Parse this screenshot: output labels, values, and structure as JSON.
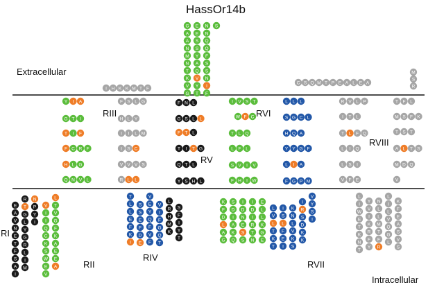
{
  "title": "HassOr14b",
  "membrane": {
    "top_label": "Extracellular",
    "bottom_label": "Intracellular"
  },
  "colors": {
    "gray": "#a6a6a6",
    "black": "#1a1a1a",
    "green": "#5bbd3c",
    "blue": "#2358a8",
    "orange": "#ef7d28",
    "line": "#111111"
  },
  "regions": [
    "RI",
    "RII",
    "RIII",
    "RIV",
    "RV",
    "RVI",
    "RVII",
    "RVIII"
  ],
  "residue_groups": [
    {
      "name": "extracellular-loop-left",
      "color": "gray",
      "residues": [
        "I",
        "H",
        "K",
        "K",
        "M",
        "T",
        "F"
      ]
    },
    {
      "name": "extracellular-loop-center",
      "color": "green",
      "residues": [
        "G",
        "A",
        "A",
        "N",
        "M",
        "N",
        "T",
        "K",
        "V",
        "G",
        "E",
        "E",
        "S",
        "S",
        "Y",
        "A",
        "Q",
        "V",
        "Y",
        "T",
        "N",
        "N",
        "Q",
        "Q",
        "F",
        "S",
        "S",
        "N",
        "I",
        "F",
        "S"
      ]
    },
    {
      "name": "extracellular-loop-right",
      "color": "gray",
      "residues": [
        "C",
        "S",
        "Q",
        "M",
        "T",
        "P",
        "E",
        "A",
        "L",
        "E",
        "A"
      ]
    },
    {
      "name": "extracellular-tail",
      "color": "gray",
      "residues": [
        "M",
        "S",
        "R"
      ]
    },
    {
      "name": "tm-III-left",
      "color": "green",
      "residues": [
        "Y",
        "I",
        "A",
        "G",
        "T",
        "I",
        "T",
        "I",
        "F",
        "F",
        "C",
        "R",
        "F",
        "H",
        "L",
        "G",
        "Q",
        "N",
        "V",
        "L"
      ]
    },
    {
      "name": "tm-III-right",
      "color": "gray",
      "residues": [
        "F",
        "S",
        "L",
        "G",
        "H",
        "L",
        "Y",
        "I",
        "I",
        "L",
        "M",
        "I",
        "S",
        "C",
        "V",
        "V",
        "V",
        "S",
        "R",
        "L",
        "L"
      ]
    },
    {
      "name": "tm-V",
      "color": "black",
      "residues": [
        "F",
        "N",
        "L",
        "G",
        "S",
        "L",
        "L",
        "F",
        "T",
        "L",
        "T",
        "I",
        "T",
        "G",
        "Q",
        "T",
        "L",
        "Y",
        "S",
        "H",
        "L",
        "F"
      ]
    },
    {
      "name": "tm-VI",
      "color": "green",
      "residues": [
        "I",
        "V",
        "S",
        "T",
        "W",
        "F",
        "C",
        "T",
        "L",
        "Q",
        "L",
        "F",
        "L",
        "S",
        "V",
        "I",
        "V",
        "F",
        "H",
        "I",
        "W"
      ]
    },
    {
      "name": "tm-VII",
      "color": "blue",
      "residues": [
        "L",
        "L",
        "L",
        "S",
        "G",
        "C",
        "L",
        "H",
        "Q",
        "A",
        "Y",
        "Y",
        "G",
        "F",
        "L",
        "I",
        "A",
        "F",
        "G",
        "P",
        "M"
      ]
    },
    {
      "name": "tm-VIII-left",
      "color": "gray",
      "residues": [
        "R",
        "V",
        "L",
        "P",
        "I",
        "T",
        "L",
        "T",
        "L",
        "F",
        "Q",
        "L",
        "I",
        "Q",
        "L",
        "S",
        "I",
        "V",
        "F",
        "E"
      ]
    },
    {
      "name": "tm-VIII-right",
      "color": "gray",
      "residues": [
        "T",
        "F",
        "L",
        "M",
        "S",
        "F",
        "K",
        "T",
        "S",
        "T",
        "A",
        "L",
        "T",
        "S",
        "M",
        "D",
        "Q",
        "V"
      ]
    },
    {
      "name": "intracellular-RI",
      "color": "black",
      "residues": [
        "E",
        "A",
        "V",
        "N",
        "E",
        "T",
        "F",
        "S",
        "A",
        "I",
        "R",
        "T",
        "G",
        "L",
        "Y",
        "G",
        "R",
        "L",
        "I",
        "M",
        "N",
        "P",
        "Y",
        "I"
      ]
    },
    {
      "name": "intracellular-RII",
      "color": "green",
      "residues": [
        "V",
        "I",
        "I",
        "Q",
        "C",
        "K",
        "S",
        "W",
        "E",
        "V",
        "L",
        "T",
        "V",
        "G",
        "F",
        "K",
        "A",
        "E",
        "E",
        "A"
      ]
    },
    {
      "name": "intracellular-RIV",
      "color": "blue",
      "residues": [
        "T",
        "L",
        "L",
        "E",
        "F",
        "K",
        "I",
        "S",
        "S",
        "E",
        "F",
        "D",
        "E",
        "V",
        "E",
        "Y",
        "Q",
        "F",
        "V",
        "F",
        "V",
        "I",
        "F",
        "G",
        "Q",
        "T"
      ]
    },
    {
      "name": "intracellular-RIV-black",
      "color": "black",
      "residues": [
        "L",
        "R",
        "H",
        "M",
        "K",
        "S",
        "F",
        "I",
        "Y",
        "T"
      ]
    },
    {
      "name": "intracellular-RVII",
      "color": "green",
      "residues": [
        "K",
        "F",
        "D",
        "L",
        "A",
        "G",
        "S",
        "D",
        "I",
        "A",
        "K",
        "Q",
        "I",
        "D",
        "N",
        "E",
        "S",
        "S",
        "I",
        "D",
        "I",
        "R",
        "T",
        "N",
        "E",
        "L",
        "L",
        "K",
        "G",
        "E"
      ]
    },
    {
      "name": "intracellular-RVII-blue",
      "color": "blue",
      "residues": [
        "L",
        "V",
        "L",
        "T",
        "K",
        "T",
        "I",
        "S",
        "L",
        "F",
        "E",
        "I",
        "K",
        "N",
        "L",
        "V",
        "K",
        "S",
        "I",
        "R",
        "S",
        "D",
        "K",
        "K",
        "V",
        "Y",
        "S",
        "I"
      ]
    },
    {
      "name": "intracellular-right",
      "color": "gray",
      "residues": [
        "L",
        "I",
        "W",
        "E",
        "T",
        "K",
        "N",
        "T",
        "Y",
        "V",
        "I",
        "K",
        "R",
        "F",
        "Y",
        "N",
        "L",
        "L",
        "M",
        "T",
        "F",
        "R",
        "L",
        "I",
        "L",
        "V",
        "Q",
        "G",
        "L",
        "K",
        "F",
        "E",
        "A",
        "S",
        "V",
        "S"
      ]
    }
  ]
}
